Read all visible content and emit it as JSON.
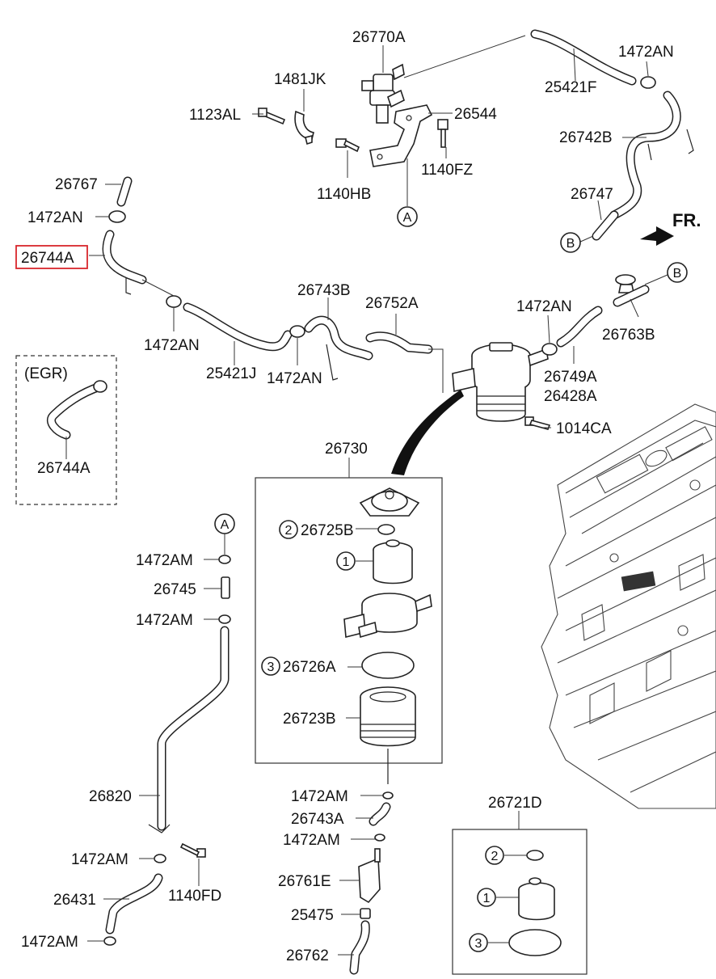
{
  "labels": {
    "p26770A": "26770A",
    "p1481JK": "1481JK",
    "p1123AL": "1123AL",
    "p26544": "26544",
    "p1140HB": "1140HB",
    "p1140FZ": "1140FZ",
    "p1472AN_top": "1472AN",
    "p25421F": "25421F",
    "p26742B": "26742B",
    "p26747": "26747",
    "p26767": "26767",
    "p1472AN_left": "1472AN",
    "p26744A": "26744A",
    "p1472AN_mid": "1472AN",
    "p25421J": "25421J",
    "p26743B": "26743B",
    "p26752A": "26752A",
    "p1472AN_center": "1472AN",
    "p1472AN_right": "1472AN",
    "p26763B": "26763B",
    "p26749A": "26749A",
    "p26428A": "26428A",
    "p1014CA": "1014CA",
    "egr": "(EGR)",
    "p26744A_egr": "26744A",
    "p26730": "26730",
    "p26725B": "26725B",
    "p26726A": "26726A",
    "p26723B": "26723B",
    "p1472AM_1": "1472AM",
    "p26745": "26745",
    "p1472AM_2": "1472AM",
    "p26820": "26820",
    "p1472AM_3": "1472AM",
    "p1140FD": "1140FD",
    "p26431": "26431",
    "p1472AM_4": "1472AM",
    "p1472AM_5": "1472AM",
    "p26743A": "26743A",
    "p1472AM_6": "1472AM",
    "p26761E": "26761E",
    "p25475": "25475",
    "p26762": "26762",
    "p26721D": "26721D",
    "fr": "FR."
  },
  "callouts": {
    "a1": "A",
    "a2": "A",
    "b1": "B",
    "b2": "B",
    "n1": "1",
    "n2": "2",
    "n3": "3",
    "k1": "1",
    "k2": "2",
    "k3": "3"
  },
  "highlight_color": "#d9262c"
}
